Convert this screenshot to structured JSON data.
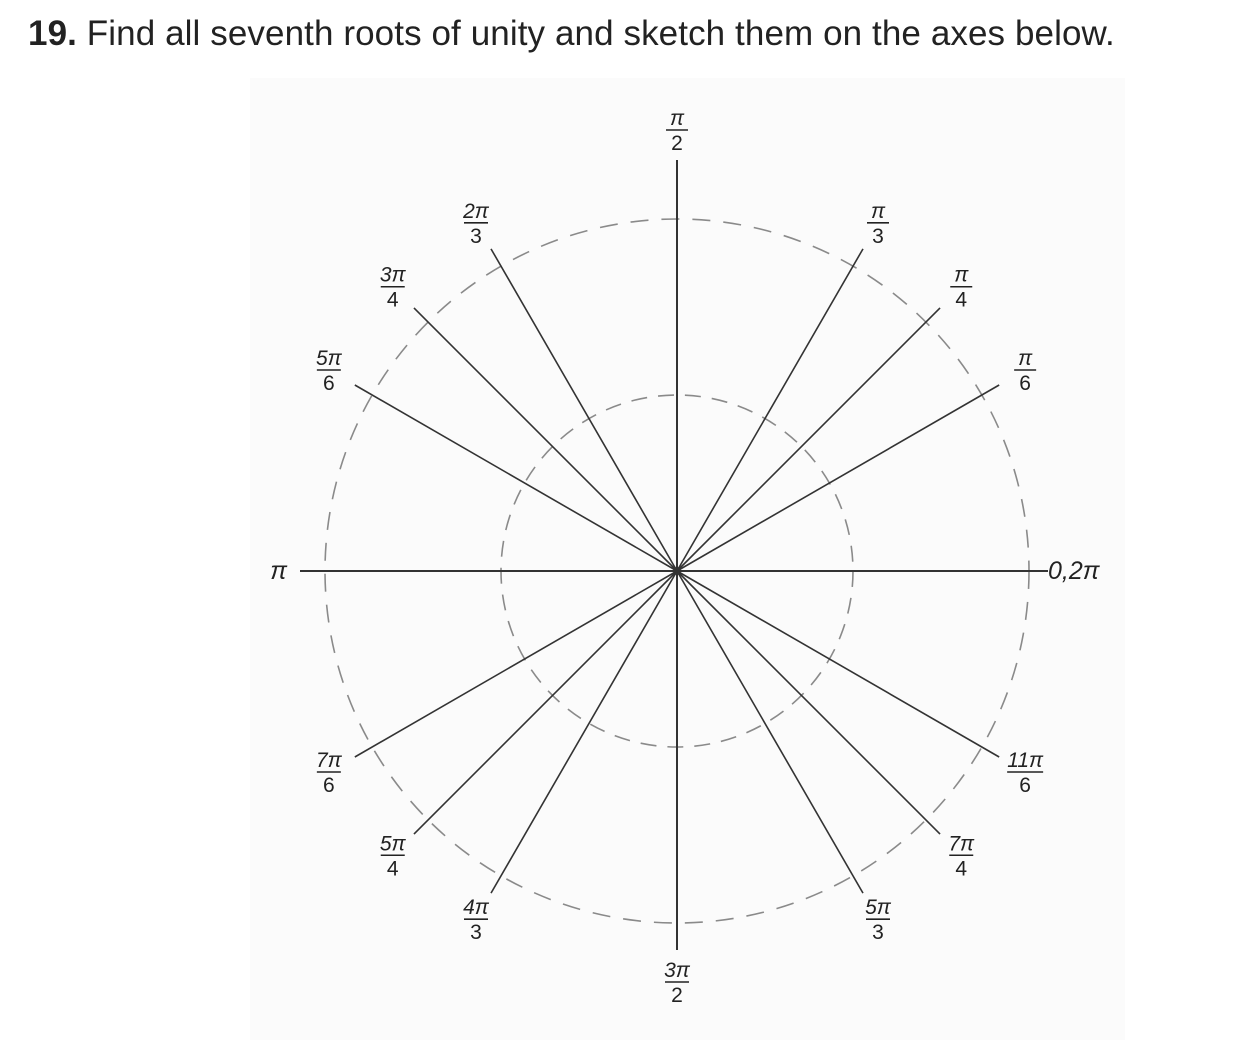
{
  "question": {
    "number": "19.",
    "text": " Find all seventh roots of unity and sketch them on the axes below."
  },
  "diagram": {
    "angle_labels": [
      {
        "id": "0",
        "angle_deg": 0,
        "text": "0,2π",
        "kind": "inline"
      },
      {
        "id": "pi-6",
        "angle_deg": 30,
        "num": "π",
        "den": "6",
        "kind": "fraction"
      },
      {
        "id": "pi-4",
        "angle_deg": 45,
        "num": "π",
        "den": "4",
        "kind": "fraction"
      },
      {
        "id": "pi-3",
        "angle_deg": 60,
        "num": "π",
        "den": "3",
        "kind": "fraction"
      },
      {
        "id": "pi-2",
        "angle_deg": 90,
        "num": "π",
        "den": "2",
        "kind": "fraction"
      },
      {
        "id": "2pi-3",
        "angle_deg": 120,
        "num": "2π",
        "den": "3",
        "kind": "fraction"
      },
      {
        "id": "3pi-4",
        "angle_deg": 135,
        "num": "3π",
        "den": "4",
        "kind": "fraction"
      },
      {
        "id": "5pi-6",
        "angle_deg": 150,
        "num": "5π",
        "den": "6",
        "kind": "fraction"
      },
      {
        "id": "pi",
        "angle_deg": 180,
        "text": "π",
        "kind": "inline"
      },
      {
        "id": "7pi-6",
        "angle_deg": 210,
        "num": "7π",
        "den": "6",
        "kind": "fraction"
      },
      {
        "id": "5pi-4",
        "angle_deg": 225,
        "num": "5π",
        "den": "4",
        "kind": "fraction"
      },
      {
        "id": "4pi-3",
        "angle_deg": 240,
        "num": "4π",
        "den": "3",
        "kind": "fraction"
      },
      {
        "id": "3pi-2",
        "angle_deg": 270,
        "num": "3π",
        "den": "2",
        "kind": "fraction"
      },
      {
        "id": "5pi-3",
        "angle_deg": 300,
        "num": "5π",
        "den": "3",
        "kind": "fraction"
      },
      {
        "id": "7pi-4",
        "angle_deg": 315,
        "num": "7π",
        "den": "4",
        "kind": "fraction"
      },
      {
        "id": "11pi-6",
        "angle_deg": 330,
        "num": "11π",
        "den": "6",
        "kind": "fraction"
      }
    ],
    "dashed_circle_count": 2,
    "colors": {
      "line": "#333333",
      "dash": "#8a8a8a",
      "text": "#222222",
      "panel": "#fbfbfb"
    }
  }
}
